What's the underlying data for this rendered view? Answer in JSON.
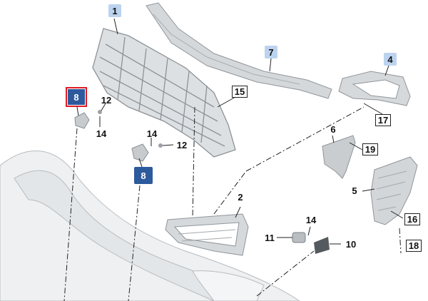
{
  "colors": {
    "callout_blue": "#bcd3ef",
    "callout_dark": "#2d5a9c",
    "selected_outline": "#e01b24",
    "part_gray": "#cfd3d6",
    "bumper_light": "#eef0f1",
    "leader_line": "#222222"
  },
  "callouts": [
    {
      "id": "c1",
      "text": "1"
    },
    {
      "id": "c7",
      "text": "7"
    },
    {
      "id": "c4",
      "text": "4"
    },
    {
      "id": "c15",
      "text": "15"
    },
    {
      "id": "c17",
      "text": "17"
    },
    {
      "id": "c8a",
      "text": "8"
    },
    {
      "id": "c12a",
      "text": "12"
    },
    {
      "id": "c14a",
      "text": "14"
    },
    {
      "id": "c14b",
      "text": "14"
    },
    {
      "id": "c12b",
      "text": "12"
    },
    {
      "id": "c8b",
      "text": "8"
    },
    {
      "id": "c6",
      "text": "6"
    },
    {
      "id": "c19",
      "text": "19"
    },
    {
      "id": "c5",
      "text": "5"
    },
    {
      "id": "c2",
      "text": "2"
    },
    {
      "id": "c16",
      "text": "16"
    },
    {
      "id": "c14c",
      "text": "14"
    },
    {
      "id": "c11",
      "text": "11"
    },
    {
      "id": "c10",
      "text": "10"
    },
    {
      "id": "c18",
      "text": "18"
    }
  ]
}
